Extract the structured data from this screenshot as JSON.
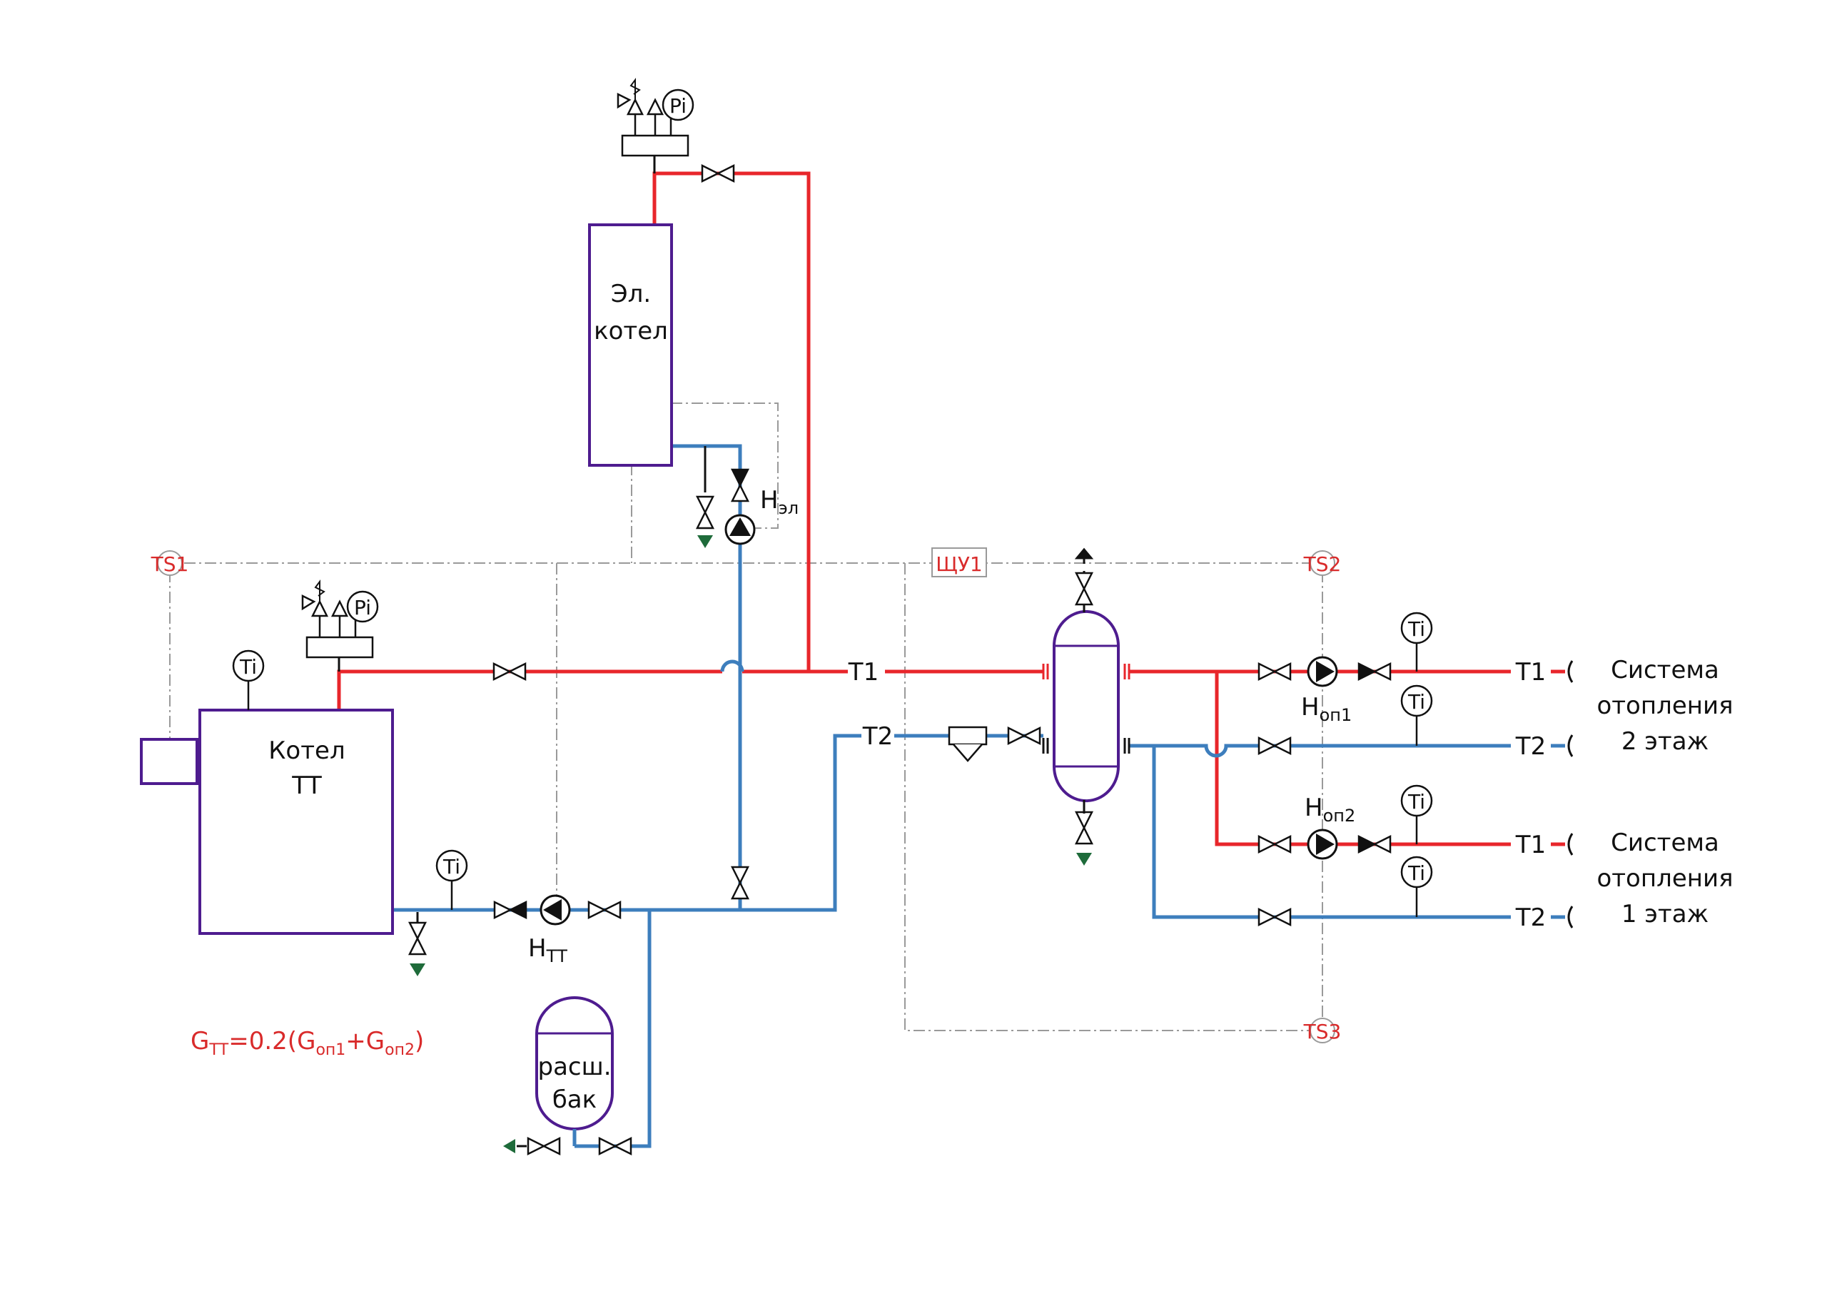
{
  "colors": {
    "supply": "#e8262b",
    "return": "#3d7ebd",
    "equipment": "#4e1c8f",
    "control": "#9a9a9a",
    "drain": "#1e6b3a",
    "annotation": "#d92b2b",
    "ink": "#111111"
  },
  "labels": {
    "el_boiler_line1": "Эл.",
    "el_boiler_line2": "котел",
    "tt_boiler_line1": "Котел",
    "tt_boiler_line2": "ТТ",
    "tank_line1": "расш.",
    "tank_line2": "бак",
    "t1": "T1",
    "t2": "T2",
    "pump_el": "Н",
    "pump_el_sub": "эл",
    "pump_tt": "Н",
    "pump_tt_sub": "ТТ",
    "pump_op1": "Н",
    "pump_op1_sub": "оп1",
    "pump_op2": "Н",
    "pump_op2_sub": "оп2",
    "pressure_gauge": "Pi",
    "thermometer": "Ti",
    "sensor_ts1": "TS1",
    "sensor_ts2": "TS2",
    "sensor_ts3": "TS3",
    "control_panel": "ЩУ1",
    "system2_line1": "Система",
    "system2_line2": "отопления",
    "system2_line3": "2 этаж",
    "system1_line1": "Система",
    "system1_line2": "отопления",
    "system1_line3": "1 этаж"
  },
  "formula": {
    "g": "G",
    "g_sub": "ТТ",
    "eq": "=0.2(",
    "g1": "G",
    "g1_sub": "оп1",
    "plus": "+",
    "g2": "G",
    "g2_sub": "оп2",
    "close": ")"
  },
  "icons": {
    "valve": "gate-valve-icon",
    "check": "check-valve-icon",
    "pump": "circulation-pump-icon",
    "safety": "safety-valve-icon",
    "air": "air-vent-icon",
    "drain": "drain-icon",
    "strainer": "strainer-icon"
  }
}
